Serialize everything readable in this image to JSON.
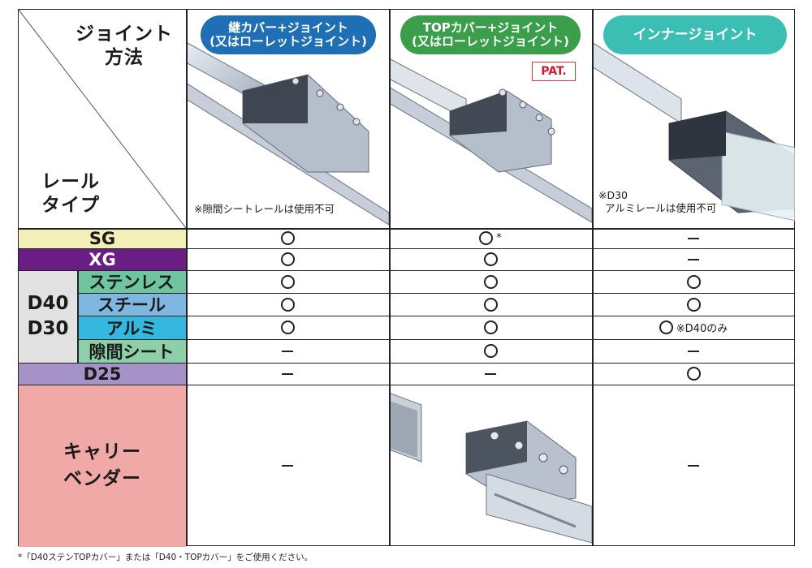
{
  "corner": {
    "method_label_line1": "ジョイント",
    "method_label_line2": "方法",
    "rail_label_line1": "レール",
    "rail_label_line2": "タイプ"
  },
  "columns": [
    {
      "line1": "継カバー+ジョイント",
      "line2": "(又はローレットジョイント)",
      "color": "#1f6fb4",
      "note": "※隙間シートレールは使用不可"
    },
    {
      "line1": "TOPカバー+ジョイント",
      "line2": "(又はローレットジョイント)",
      "color": "#3a9e4a",
      "badge": "PAT."
    },
    {
      "line1": "インナージョイント",
      "color": "#3bbfb5",
      "note_line1": "※D30",
      "note_line2": "アルミレールは使用不可"
    }
  ],
  "rows": [
    {
      "label": "SG",
      "color": "#f2f0b8",
      "text_color": "#1a1a1a",
      "values": [
        "circle",
        "circle",
        "dash"
      ],
      "notes": [
        "",
        "*",
        ""
      ]
    },
    {
      "label": "XG",
      "color": "#6a1d82",
      "text_color": "#ffffff",
      "values": [
        "circle",
        "circle",
        "dash"
      ],
      "notes": [
        "",
        "",
        ""
      ]
    },
    {
      "label": "ステンレス",
      "color": "#6fc59f",
      "text_color": "#1a1a1a",
      "values": [
        "circle",
        "circle",
        "circle"
      ],
      "notes": [
        "",
        "",
        ""
      ]
    },
    {
      "label": "スチール",
      "color": "#7fb7e0",
      "text_color": "#1a1a1a",
      "values": [
        "circle",
        "circle",
        "circle"
      ],
      "notes": [
        "",
        "",
        ""
      ]
    },
    {
      "label": "アルミ",
      "color": "#35b8df",
      "text_color": "#1a1a1a",
      "values": [
        "circle",
        "circle",
        "circle"
      ],
      "notes": [
        "",
        "",
        "※D40のみ"
      ]
    },
    {
      "label": "隙間シート",
      "color": "#8ccfa8",
      "text_color": "#1a1a1a",
      "values": [
        "dash",
        "circle",
        "dash"
      ],
      "notes": [
        "",
        "",
        ""
      ]
    },
    {
      "label": "D25",
      "color": "#a592c6",
      "text_color": "#1a1a1a",
      "values": [
        "dash",
        "dash",
        "circle"
      ],
      "notes": [
        "",
        "",
        ""
      ]
    }
  ],
  "group": {
    "label_line1": "D40",
    "label_line2": "D30",
    "color": "#e2e2e2"
  },
  "carrier": {
    "label_line1": "キャリー",
    "label_line2": "ベンダー",
    "color": "#f1a9a7",
    "values": [
      "dash",
      "image",
      "dash"
    ]
  },
  "footnote": "*「D40ステンTOPカバー」または「D40・TOPカバー」をご使用ください。",
  "symbols": {
    "circle": "circle-mark",
    "dash": "dash-mark"
  }
}
